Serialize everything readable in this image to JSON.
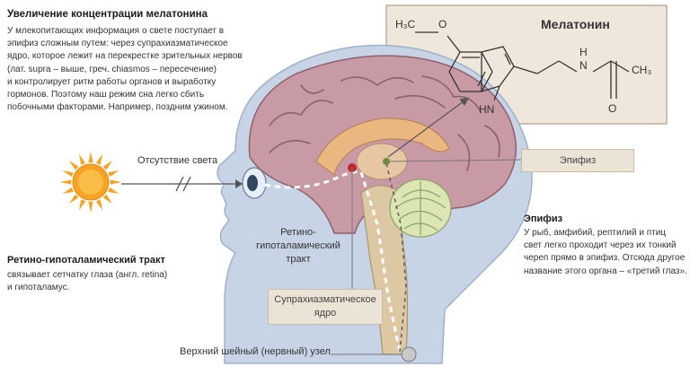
{
  "intro": {
    "title": "Увеличение концентрации мелатонина",
    "lines": [
      "У млекопитающих информация о свете поступает в",
      "эпифиз сложным путем: через супрахиазматическое",
      "ядро, которое лежит на перекрестке зрительных нервов",
      "(лат. supra – выше, греч. chiasmos – пересечение)",
      "и контролирует ритм работы органов и выработку",
      "гормонов. Поэтому наш режим сна легко сбить",
      "побочными факторами. Например, поздним ужином."
    ]
  },
  "molecule": {
    "title": "Мелатонин",
    "atoms": {
      "methyl": "H₃C",
      "oxygen": "O",
      "nh_amide": "N",
      "h_amide": "H",
      "nh_ring": "HN",
      "carbonyl_o": "O",
      "methyl2": "CH₃"
    }
  },
  "light_label": "Отсутствие света",
  "epiphysis_box": "Эпифиз",
  "epiphysis_note": {
    "title": "Эпифиз",
    "lines": [
      "У рыб, амфибий, рептилий и птиц",
      "свет легко проходит через их тонкий",
      "череп прямо в эпифиз. Отсюда другое",
      "название этого органа – «третий глаз»."
    ]
  },
  "retino_label": [
    "Ретино-",
    "гипоталамический",
    "тракт"
  ],
  "tract_note": {
    "title": "Ретино-гипоталамический тракт",
    "lines": [
      "связывает сетчатку глаза (англ. retina)",
      "и гипоталамус."
    ]
  },
  "scn_box": [
    "Супрахиазматическое",
    "ядро"
  ],
  "ganglion_label": "Верхний шейный (нервный) узел",
  "colors": {
    "head": "#c7d4e6",
    "head_outline": "#9fb2cc",
    "brain": "#c89aa6",
    "brain_dark": "#8f5f6c",
    "sun": "#f6a323",
    "box_fill": "#ece3d7",
    "box_border": "#c9bba8",
    "cerebellum": "#dbe6b2"
  }
}
